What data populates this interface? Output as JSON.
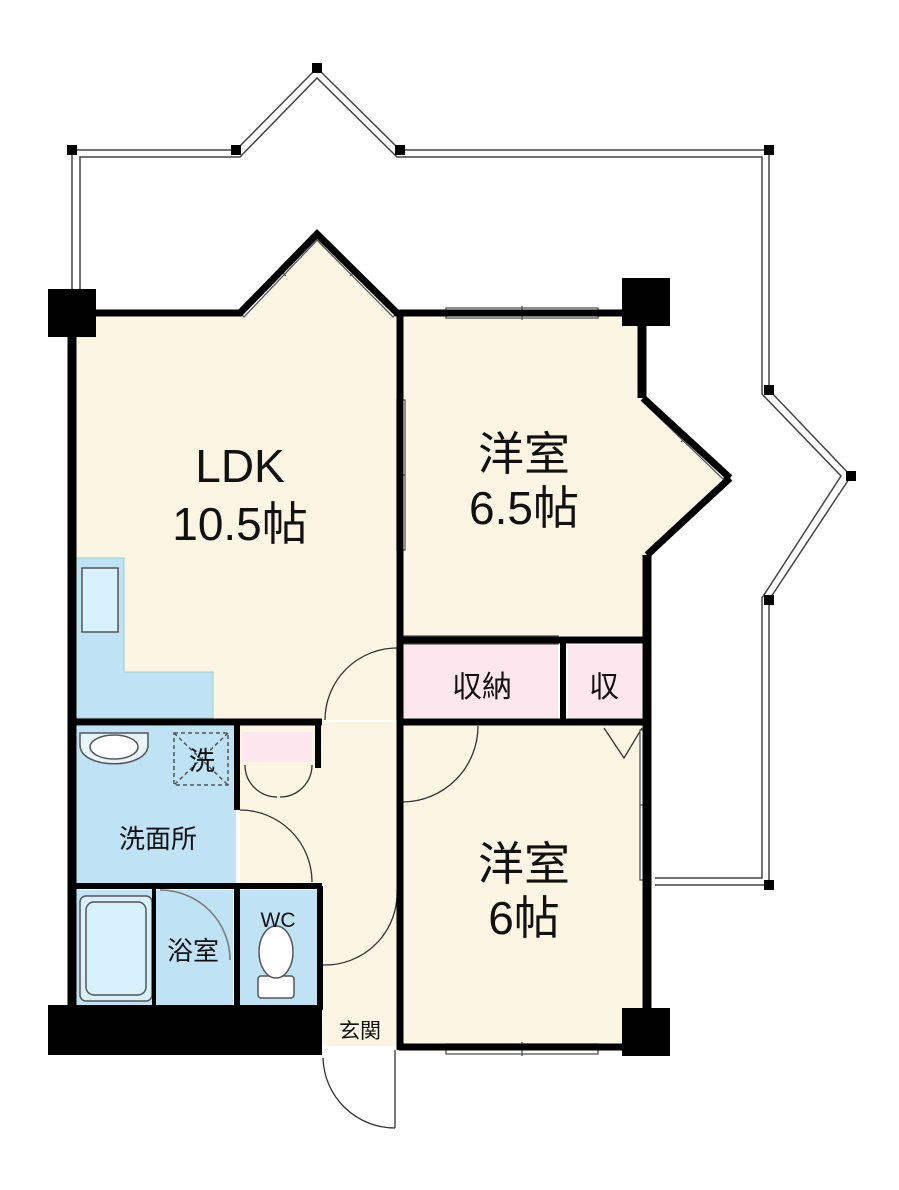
{
  "rooms": {
    "ldk": {
      "name": "LDK",
      "size": "10.5帖"
    },
    "western1": {
      "name": "洋室",
      "size": "6.5帖"
    },
    "western2": {
      "name": "洋室",
      "size": "6帖"
    },
    "storage": {
      "name": "収納"
    },
    "storage_small": {
      "name": "収"
    },
    "washroom": {
      "name": "洗面所"
    },
    "washer": {
      "name": "洗"
    },
    "bath": {
      "name": "浴室"
    },
    "toilet": {
      "name": "WC"
    },
    "entrance": {
      "name": "玄関"
    }
  },
  "colors": {
    "wall": "#000000",
    "living_floor": "#fdf5e3",
    "wet_area": "#bfe3f5",
    "storage": "#fde6ee",
    "balcony_line": "#444444",
    "window_line": "#555555"
  }
}
